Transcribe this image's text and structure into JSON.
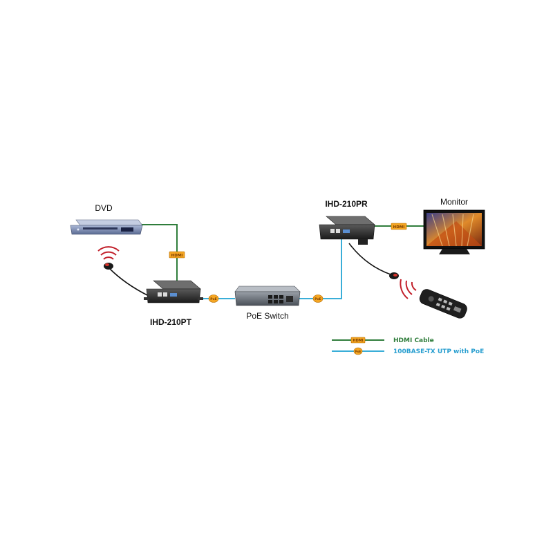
{
  "devices": {
    "dvd": {
      "label": "DVD"
    },
    "transmitter": {
      "label": "IHD-210PT"
    },
    "switch": {
      "label": "PoE Switch"
    },
    "receiver": {
      "label": "IHD-210PR"
    },
    "monitor": {
      "label": "Monitor"
    }
  },
  "cable_tags": {
    "hdmi": "HDMI",
    "poe": "PoE"
  },
  "legend": {
    "hdmi_label": "HDMI Cable",
    "poe_label": "100BASE-TX UTP with PoE"
  },
  "colors": {
    "hdmi_line": "#2f7d3b",
    "poe_line": "#3aaed8",
    "tag_fill": "#f5a623"
  }
}
